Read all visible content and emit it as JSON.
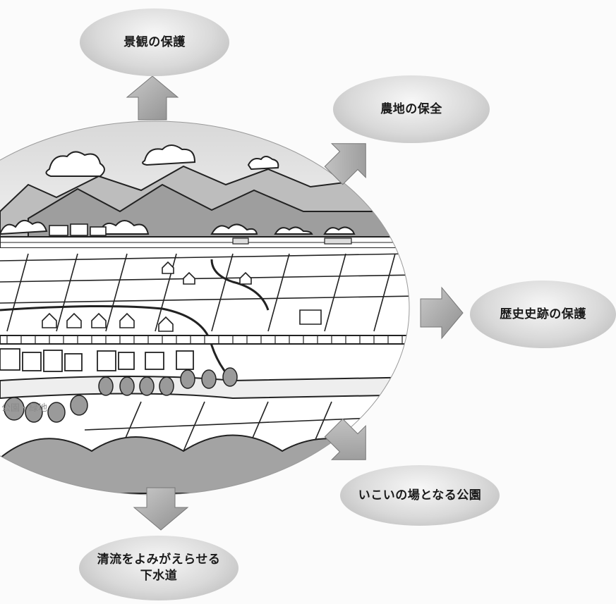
{
  "diagram": {
    "center_label": "公園・緑地",
    "outcomes": [
      {
        "id": "top",
        "label": "景観の保護"
      },
      {
        "id": "upper-right",
        "label": "農地の保全"
      },
      {
        "id": "right",
        "label": "歴史史跡の保護"
      },
      {
        "id": "lower-right",
        "label": "いこいの場となる公園"
      },
      {
        "id": "bottom",
        "label": "清流をよみがえらせる\n下水道"
      }
    ]
  },
  "colors": {
    "bubble_dark": "#b3b3b3",
    "bubble_light": "#f7f7f7",
    "arrow_fill": "#a8a8a8",
    "illustration_sky": "#e9e9e9",
    "outline": "#222222"
  }
}
